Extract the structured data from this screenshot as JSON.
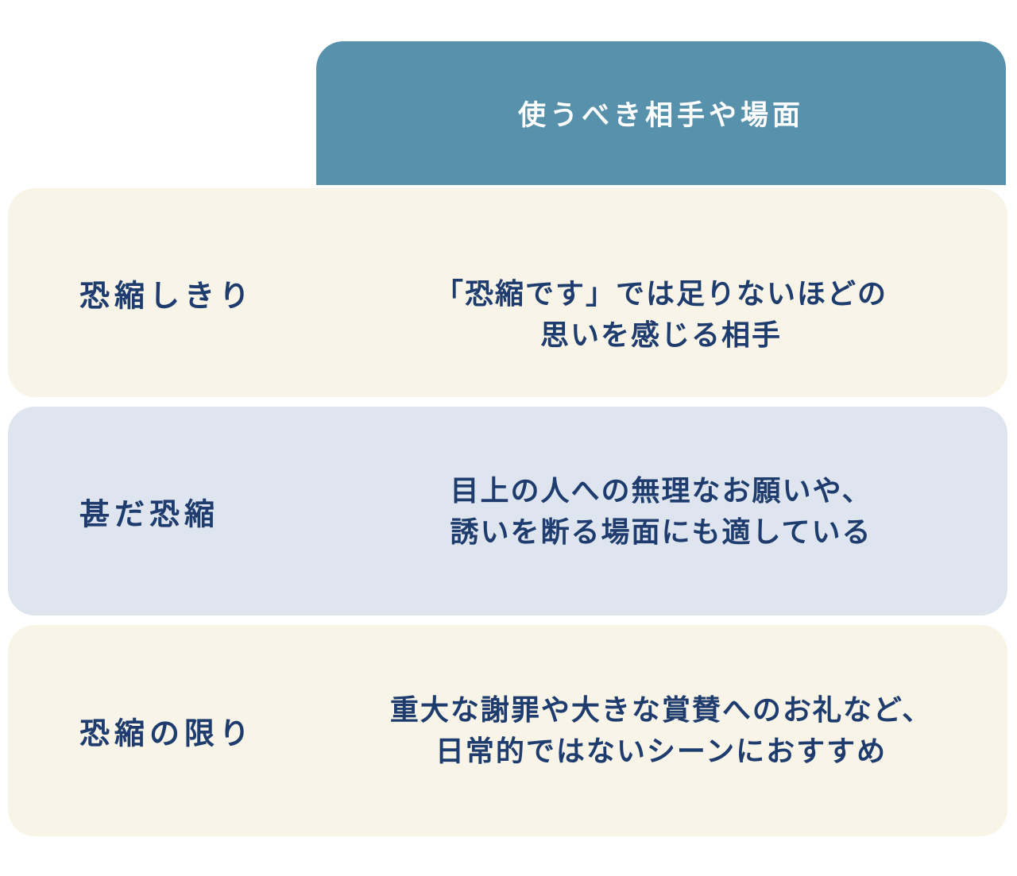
{
  "header": {
    "title": "使うべき相手や場面"
  },
  "rows": [
    {
      "term": "恐縮しきり",
      "desc_line1": "「恐縮です」では足りないほどの",
      "desc_line2": "思いを感じる相手"
    },
    {
      "term": "甚だ恐縮",
      "desc_line1": "目上の人への無理なお願いや、",
      "desc_line2": "誘いを断る場面にも適している"
    },
    {
      "term": "恐縮の限り",
      "desc_line1": "重大な謝罪や大きな賞賛へのお礼など、",
      "desc_line2": "日常的ではないシーンにおすすめ"
    }
  ],
  "colors": {
    "header_bg": "#5891ab",
    "header_text": "#ffffff",
    "row_cream": "#f8f4e7",
    "row_blue": "#dee5ee",
    "text_navy": "#1e3c6e",
    "page_bg": "#ffffff"
  }
}
